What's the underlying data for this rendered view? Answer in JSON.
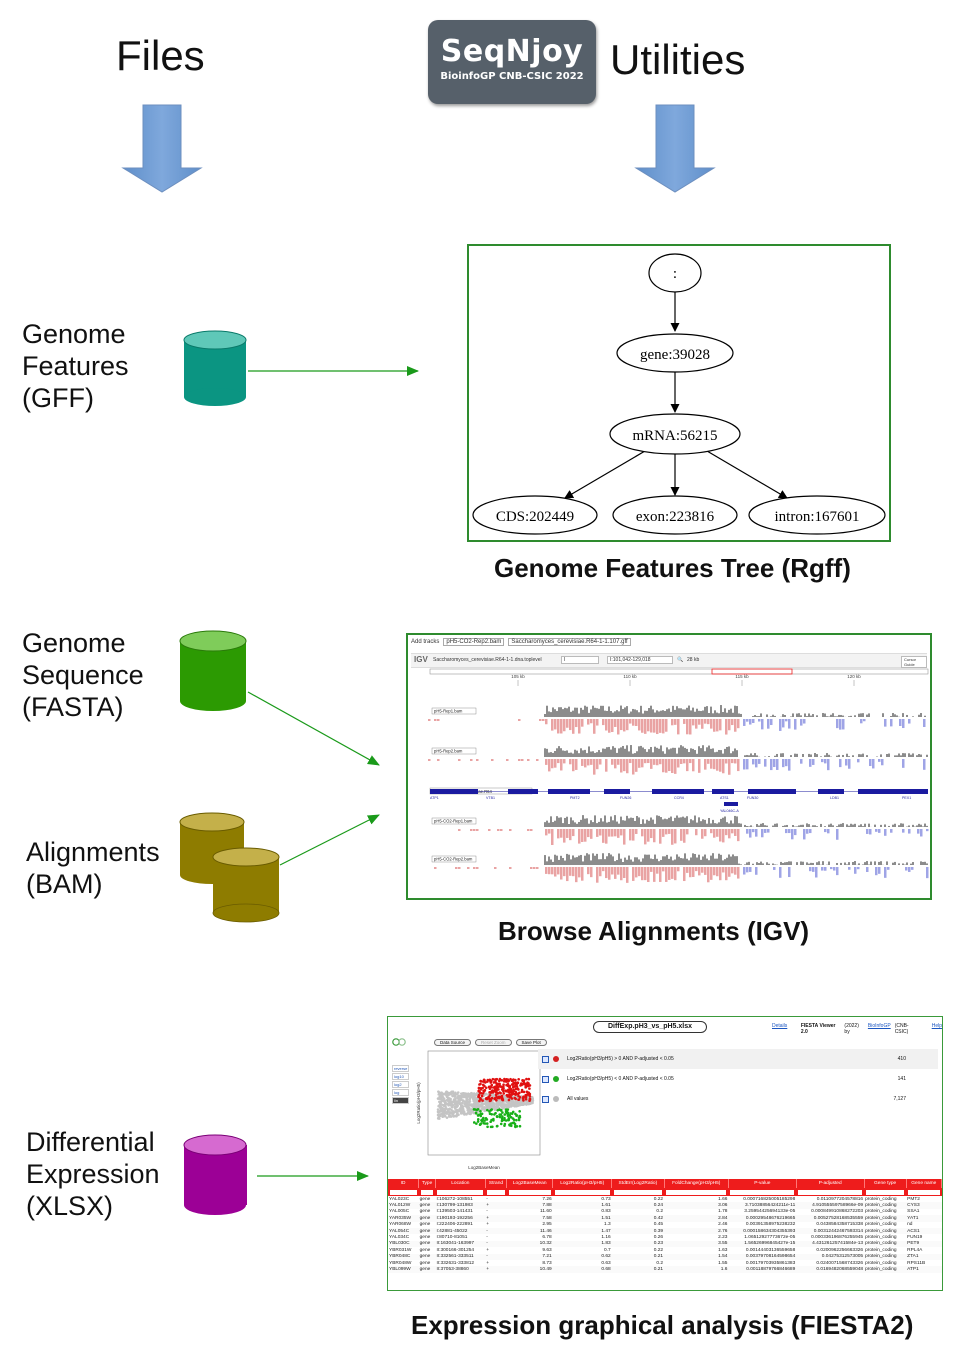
{
  "headers": {
    "files": "Files",
    "utilities": "Utilities"
  },
  "logo": {
    "name": "SeqNjoy",
    "subtitle": "BioinfoGP CNB-CSIC 2022"
  },
  "colors": {
    "arrow": "#6f9bd1",
    "connector": "#1a9a1a",
    "gff": "#0d9a86",
    "fasta": "#2ea000",
    "bam": "#8f7e00",
    "xlsx": "#a0009a",
    "panel_border": "#2e8b2e",
    "igv_gray": "#8c8c8c",
    "igv_pink": "#e9a3a3",
    "igv_blue": "#9fa4e6",
    "fiesta_red": "#ee1c1c"
  },
  "inputs": {
    "gff": "Genome\nFeatures\n(GFF)",
    "fasta": "Genome\nSequence\n(FASTA)",
    "bam": "Alignments\n(BAM)",
    "xlsx": "Differential\nExpression\n(XLSX)"
  },
  "captions": {
    "gff": "Genome Features Tree (Rgff)",
    "igv": "Browse Alignments (IGV)",
    "fiesta": "Expression graphical analysis (FIESTA2)"
  },
  "tree": {
    "root": ":",
    "gene": "gene:39028",
    "mrna": "mRNA:56215",
    "cds": "CDS:202449",
    "exon": "exon:223816",
    "intron": "intron:167601"
  },
  "igv": {
    "add_tracks": "Add tracks",
    "track_select": "pH5-CO2-Rep2.bam",
    "annot_select": "Saccharomyces_cerevisiae.R64-1-1.107.gff",
    "brand": "IGV",
    "genome": "Saccharomyces_cerevisiae.R64-1-1.dna.toplevel",
    "chrom": "I",
    "locus": "I:101,042-129,018",
    "width": "28 kb",
    "cursor_guide": "Cursor Guide",
    "ticks": [
      "105 kb",
      "110 kb",
      "115 kb",
      "120 kb"
    ],
    "tracks": [
      "pH5-Rep1.bam",
      "pH5-Rep2.bam",
      "pH5-CO2-Rep1.bam",
      "pH5-CO2-Rep2.bam"
    ],
    "annotation_track": "Saccharomyces_cerevisiae.R64",
    "genes": [
      "ATP1",
      "VTB1",
      "PMT2",
      "FUN26",
      "CCR4",
      "ATS1",
      "FUN30",
      "LDB1",
      "PEX1",
      "YAL046C-A"
    ]
  },
  "fiesta": {
    "title": "DiffExp.pH3_vs_pH5.xlsx",
    "details": "Details",
    "viewer": "FIESTA Viewer 2.0",
    "year": "(2022) by",
    "author": "BioInfoGP",
    "org": "(CNB-CSIC)",
    "help": "Help",
    "buttons": [
      "Data Source",
      "Reset Zoom",
      "Save Plot"
    ],
    "xaxis": "Log2BaseMean",
    "yaxis": "Log2Ratio(pH3/pH5)",
    "side_opts": [
      "reverse",
      "log10",
      "log2",
      "log",
      "lin"
    ],
    "filters": [
      {
        "label": "Log2Ratio(pH3/pH5) > 0 AND P-adjusted < 0.05",
        "count": "410",
        "color": "#d42020"
      },
      {
        "label": "Log2Ratio(pH3/pH5) < 0 AND P-adjusted < 0.05",
        "count": "141",
        "color": "#22aa22"
      },
      {
        "label": "All values",
        "count": "7,127",
        "color": "#bbbbbb"
      }
    ],
    "columns": [
      "ID",
      "Type",
      "Location",
      "Strand",
      "Log2BaseMean",
      "Log2Ratio(pH3/pH5)",
      "StdErr(Log2Ratio)",
      "FoldChange(pH3/pH5)",
      "P-value",
      "P-adjusted",
      "Gene type",
      "Gene name"
    ],
    "rows": [
      [
        "YAL023C",
        "gene",
        "I:106272-108551",
        "-",
        "7.26",
        "0.73",
        "0.22",
        "1.66",
        "0.000716825005185298",
        "0.0110977204578816",
        "protein_coding",
        "PMT2"
      ],
      [
        "YAL012W",
        "gene",
        "I:130799-131983",
        "+",
        "7.88",
        "1.61",
        "0.24",
        "3.06",
        "3.71038856424211e-11",
        "4.91055559758966e-09",
        "protein_coding",
        "CYS3"
      ],
      [
        "YAL005C",
        "gene",
        "I:139503-141431",
        "-",
        "11.60",
        "0.83",
        "0.2",
        "1.78",
        "3.25954425694133e-05",
        "0.000849910868272203",
        "protein_coding",
        "SSA1"
      ],
      [
        "YAR035W",
        "gene",
        "I:190193-192256",
        "+",
        "7.58",
        "1.51",
        "0.42",
        "2.84",
        "0.00029548676219665",
        "0.00527528168535559",
        "protein_coding",
        "YAT1"
      ],
      [
        "YAR068W",
        "gene",
        "I:222406-222891",
        "+",
        "2.95",
        "1.3",
        "0.45",
        "2.46",
        "0.00391358975238232",
        "0.0438584358715338",
        "protein_coding",
        "nd"
      ],
      [
        "YAL054C",
        "gene",
        "I:42881-45022",
        "-",
        "11.46",
        "1.47",
        "0.39",
        "2.76",
        "0.000158634304355393",
        "0.00312442467593314",
        "protein_coding",
        "ACS1"
      ],
      [
        "YAL034C",
        "gene",
        "I:80710-81051",
        "-",
        "6.78",
        "1.16",
        "0.26",
        "2.23",
        "1.06512927773672e-05",
        "0.000336196876255945",
        "protein_coding",
        "FUN19"
      ],
      [
        "YBL030C",
        "gene",
        "II:163041-163997",
        "-",
        "10.32",
        "1.83",
        "0.23",
        "3.55",
        "1.56526996845427e-15",
        "4.43126125741584e-13",
        "protein_coding",
        "PET9"
      ],
      [
        "YBR031W",
        "gene",
        "II:300166-301254",
        "+",
        "9.63",
        "0.7",
        "0.22",
        "1.63",
        "0.00144403136559658",
        "0.0200962256663326",
        "protein_coding",
        "RPL4A"
      ],
      [
        "YBR048C",
        "gene",
        "II:332561-333511",
        "-",
        "7.21",
        "0.62",
        "0.21",
        "1.54",
        "0.00379708164598654",
        "0.04275312573005",
        "protein_coding",
        "ZTA1"
      ],
      [
        "YBR048W",
        "gene",
        "II:332631-333812",
        "+",
        "8.73",
        "0.63",
        "0.2",
        "1.55",
        "0.00179703935861383",
        "0.0240071568743326",
        "protein_coding",
        "RPS11B"
      ],
      [
        "YBL099W",
        "gene",
        "II:37053-38860",
        "+",
        "10.49",
        "0.68",
        "0.21",
        "1.6",
        "0.00118879766846689",
        "0.0169482068559048",
        "protein_coding",
        "ATP1"
      ]
    ]
  }
}
